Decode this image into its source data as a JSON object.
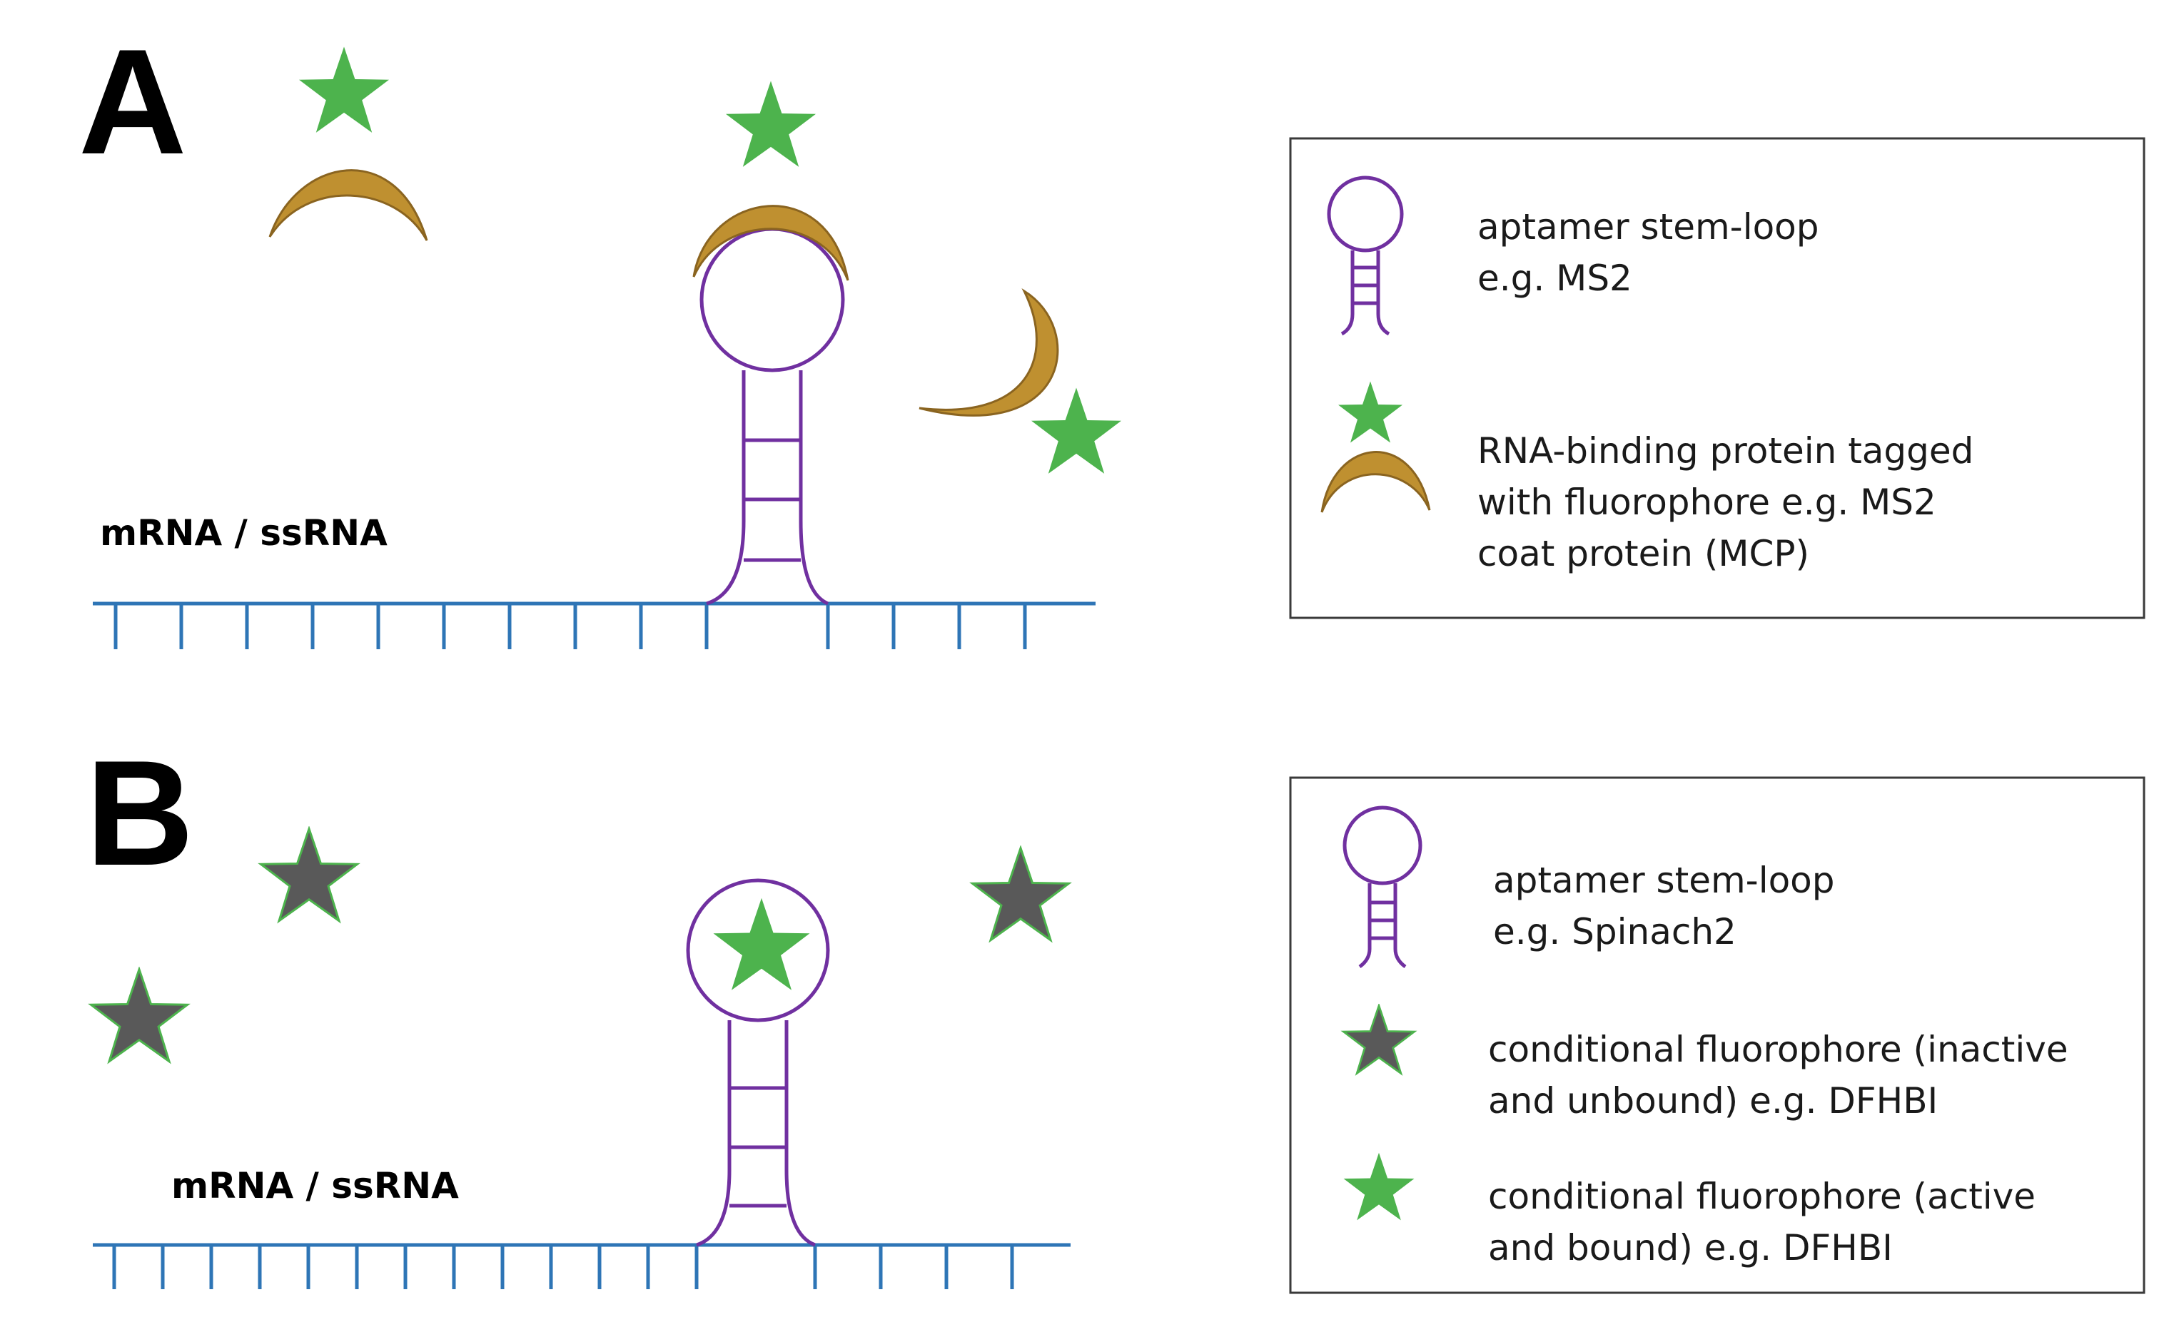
{
  "panels": [
    {
      "letter": "A",
      "rna_label": "mRNA / ssRNA",
      "legend": [
        {
          "icon": "aptamer-stem-loop-icon",
          "lines": [
            "aptamer stem-loop",
            "e.g. MS2"
          ]
        },
        {
          "icon": "tagged-protein-icon",
          "lines": [
            "RNA-binding protein tagged",
            "with fluorophore e.g. MS2",
            "coat protein (MCP)"
          ]
        }
      ]
    },
    {
      "letter": "B",
      "rna_label": "mRNA / ssRNA",
      "legend": [
        {
          "icon": "aptamer-stem-loop-icon",
          "lines": [
            "aptamer stem-loop",
            "e.g. Spinach2"
          ]
        },
        {
          "icon": "inactive-fluorophore-icon",
          "lines": [
            "conditional fluorophore (inactive",
            "and unbound) e.g.  DFHBI"
          ]
        },
        {
          "icon": "active-fluorophore-icon",
          "lines": [
            "conditional fluorophore (active",
            "and bound)  e.g.  DFHBI"
          ]
        }
      ]
    }
  ],
  "colors": {
    "rna_backbone": "#2e75b6",
    "stem_loop": "#7030a0",
    "protein_fill": "#bf9030",
    "protein_stroke": "#8a6420",
    "active_star": "#4db34d",
    "inactive_star": "#595959",
    "legend_border": "#3a3a3a"
  }
}
